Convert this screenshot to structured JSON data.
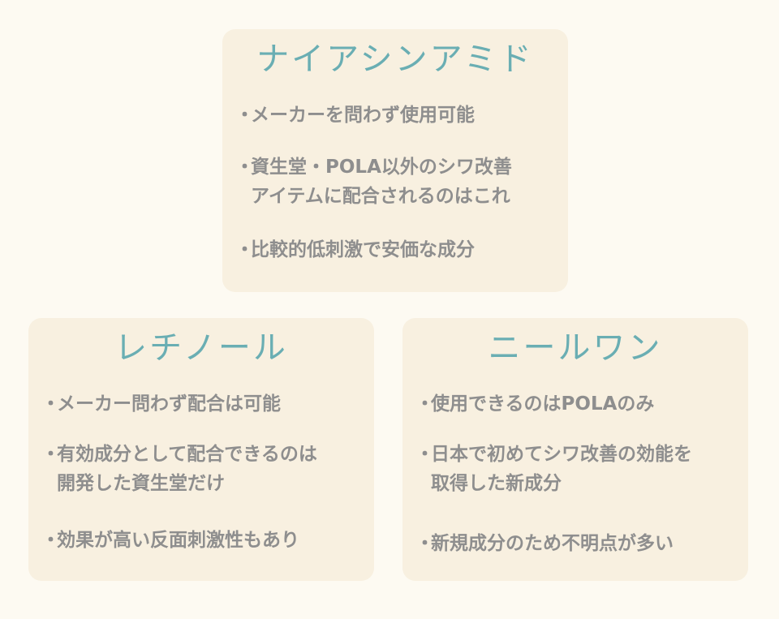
{
  "colors": {
    "background": "#fdfaf2",
    "card": "#f8f0e0",
    "title": "#6aaeb3",
    "text": "#8e8e8e"
  },
  "cards": [
    {
      "title": "ナイアシンアミド",
      "bullet_glyph": "・",
      "items": [
        "メーカーを問わず使用可能",
        "資生堂・POLA以外のシワ改善\nアイテムに配合されるのはこれ",
        "比較的低刺激で安価な成分"
      ]
    },
    {
      "title": "レチノール",
      "bullet_glyph": "・",
      "items": [
        "メーカー問わず配合は可能",
        "有効成分として配合できるのは\n開発した資生堂だけ",
        "効果が高い反面刺激性もあり"
      ]
    },
    {
      "title": "ニールワン",
      "bullet_glyph": "・",
      "items": [
        "使用できるのはPOLAのみ",
        "日本で初めてシワ改善の効能を\n取得した新成分",
        "新規成分のため不明点が多い"
      ]
    }
  ]
}
